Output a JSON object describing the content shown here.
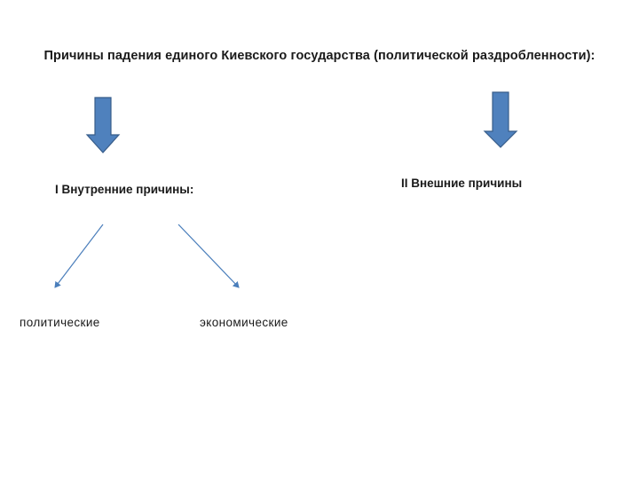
{
  "diagram": {
    "title": "Причины падения единого Киевского государства (политической раздробленности):",
    "branches": {
      "internal": "I Внутренние причины:",
      "external": "II Внешние причины"
    },
    "internal_subtypes": {
      "political": "политические",
      "economic": "экономические"
    },
    "colors": {
      "block_arrow_fill": "#4f81bd",
      "block_arrow_stroke": "#385d8a",
      "line_arrow": "#4a7ebb"
    },
    "icons": {
      "block_arrow": "down-block-arrow-icon",
      "line_arrow": "diagonal-arrow-icon"
    }
  }
}
